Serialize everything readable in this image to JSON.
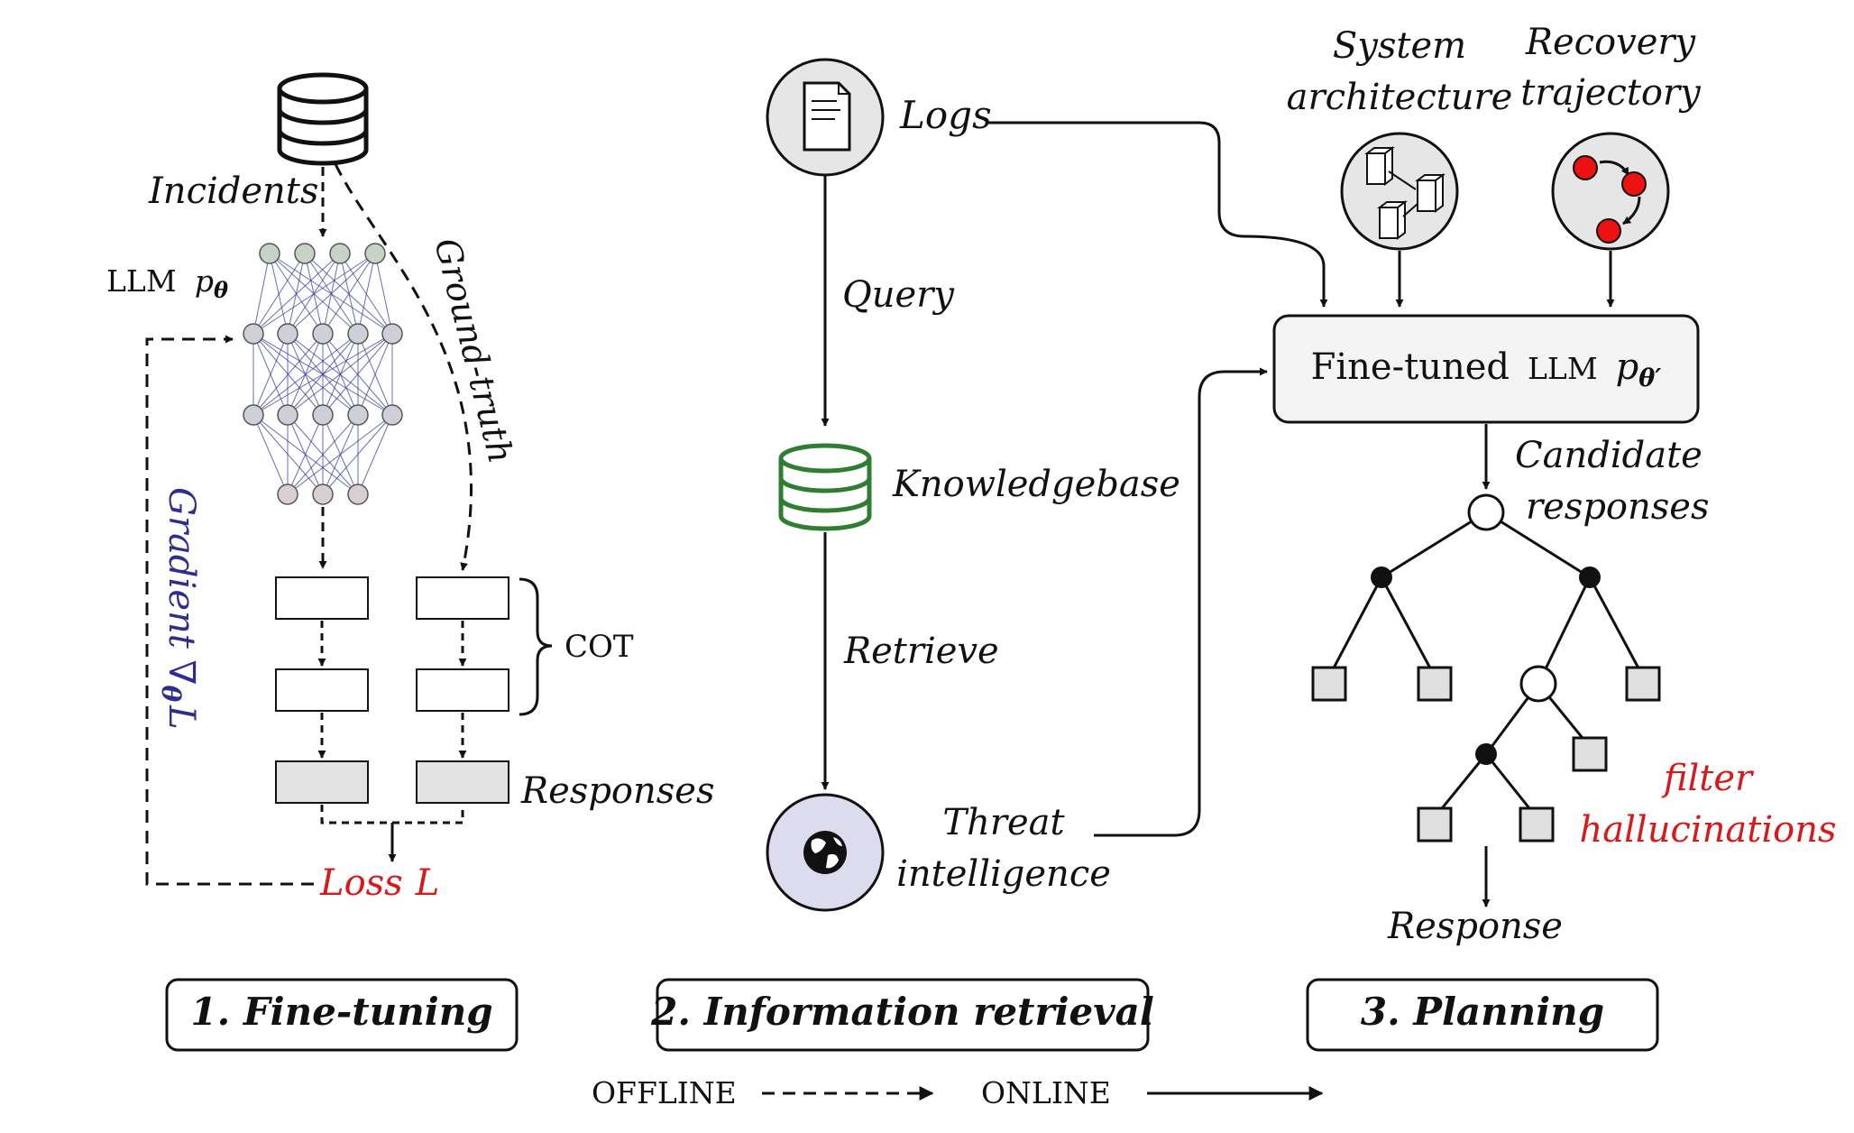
{
  "colors": {
    "ink": "#111111",
    "red": "#d7191c",
    "blue": "#2e2e8f",
    "green": "#2e7d32",
    "node_fill": "#d9d9d9",
    "globe_fill": "#dcdcee",
    "net_edge": "#3a3aa0"
  },
  "finetuning": {
    "incidents": "Incidents",
    "llm_label": "LLM",
    "llm_symbol": "p",
    "llm_sub": "θ",
    "ground_truth": "Ground-truth",
    "gradient": "Gradient ∇",
    "gradient_sub": "θ",
    "gradient_tail": "L",
    "cot": "COT",
    "responses": "Responses",
    "loss": "Loss",
    "loss_symbol": "L",
    "stage": "1. Fine-tuning"
  },
  "retrieval": {
    "logs": "Logs",
    "query": "Query",
    "knowledgebase": "Knowledgebase",
    "retrieve": "Retrieve",
    "threat_line1": "Threat",
    "threat_line2": "intelligence",
    "stage": "2. Information retrieval"
  },
  "planning": {
    "system_line1": "System",
    "system_line2": "architecture",
    "recovery_line1": "Recovery",
    "recovery_line2": "trajectory",
    "model_prefix": "Fine-tuned",
    "model_llm": "LLM",
    "model_symbol": "p",
    "model_sub": "θ′",
    "candidate_line1": "Candidate",
    "candidate_line2": "responses",
    "filter_line1": "filter",
    "filter_line2": "hallucinations",
    "response": "Response",
    "stage": "3. Planning"
  },
  "legend": {
    "offline": "OFFLINE",
    "online": "ONLINE"
  },
  "icons": {
    "database": "database-icon",
    "document": "document-icon",
    "knowledgebase": "database-icon",
    "globe": "globe-icon",
    "servers": "server-icon",
    "trajectory": "trajectory-icon"
  }
}
